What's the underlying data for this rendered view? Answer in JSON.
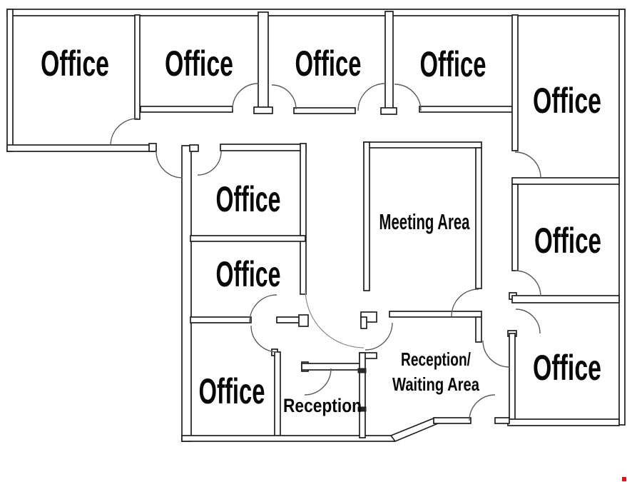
{
  "plan": {
    "type": "office-floor-plan",
    "colors": {
      "background": "#ffffff",
      "wall_outline": "#1f1f1f",
      "door_arc": "#5a5a5a",
      "label_text": "#070707",
      "corner_marker_red": "#e01212"
    },
    "rooms": [
      {
        "id": "office-nw",
        "label": "Office"
      },
      {
        "id": "office-n2",
        "label": "Office"
      },
      {
        "id": "office-n3",
        "label": "Office"
      },
      {
        "id": "office-n4",
        "label": "Office"
      },
      {
        "id": "office-ne",
        "label": "Office"
      },
      {
        "id": "office-mid-upper",
        "label": "Office"
      },
      {
        "id": "office-mid-lower",
        "label": "Office"
      },
      {
        "id": "office-e-mid",
        "label": "Office"
      },
      {
        "id": "office-sw",
        "label": "Office"
      },
      {
        "id": "office-se",
        "label": "Office"
      },
      {
        "id": "meeting-area",
        "label": "Meeting Area"
      },
      {
        "id": "reception",
        "label": "Reception"
      },
      {
        "id": "waiting-area",
        "label": "Reception/",
        "label2": "Waiting Area"
      }
    ]
  }
}
